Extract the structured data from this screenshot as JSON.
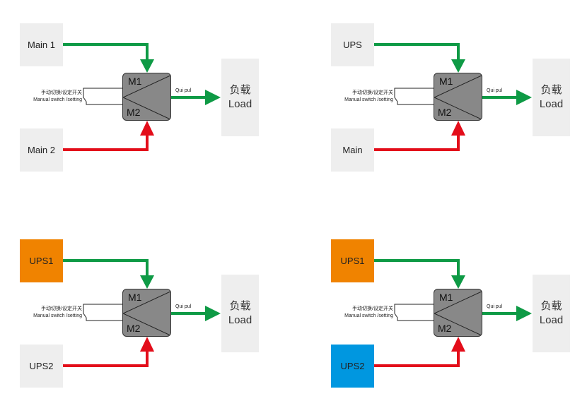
{
  "colors": {
    "primary_path": "#0e9a45",
    "backup_path": "#e30d1a",
    "ups1_fill": "#f08300",
    "ups2_fill": "#0097e0",
    "neutral_fill": "#eeeeee",
    "device_fill": "#888888"
  },
  "common": {
    "device_m1": "M1",
    "device_m2": "M2",
    "switch_label_cn": "手动切换/设定开关",
    "switch_label_en": "Manual switch /setting",
    "output_label": "Qui pul",
    "load_cn": "负载",
    "load_en": "Load"
  },
  "panels": [
    {
      "source1": "Main 1",
      "source2": "Main 2",
      "source1_color": "neutral",
      "source2_color": "neutral"
    },
    {
      "source1": "UPS",
      "source2": "Main",
      "source1_color": "neutral",
      "source2_color": "neutral"
    },
    {
      "source1": "UPS1",
      "source2": "UPS2",
      "source1_color": "ups1",
      "source2_color": "neutral"
    },
    {
      "source1": "UPS1",
      "source2": "UPS2",
      "source1_color": "ups1",
      "source2_color": "ups2"
    }
  ]
}
